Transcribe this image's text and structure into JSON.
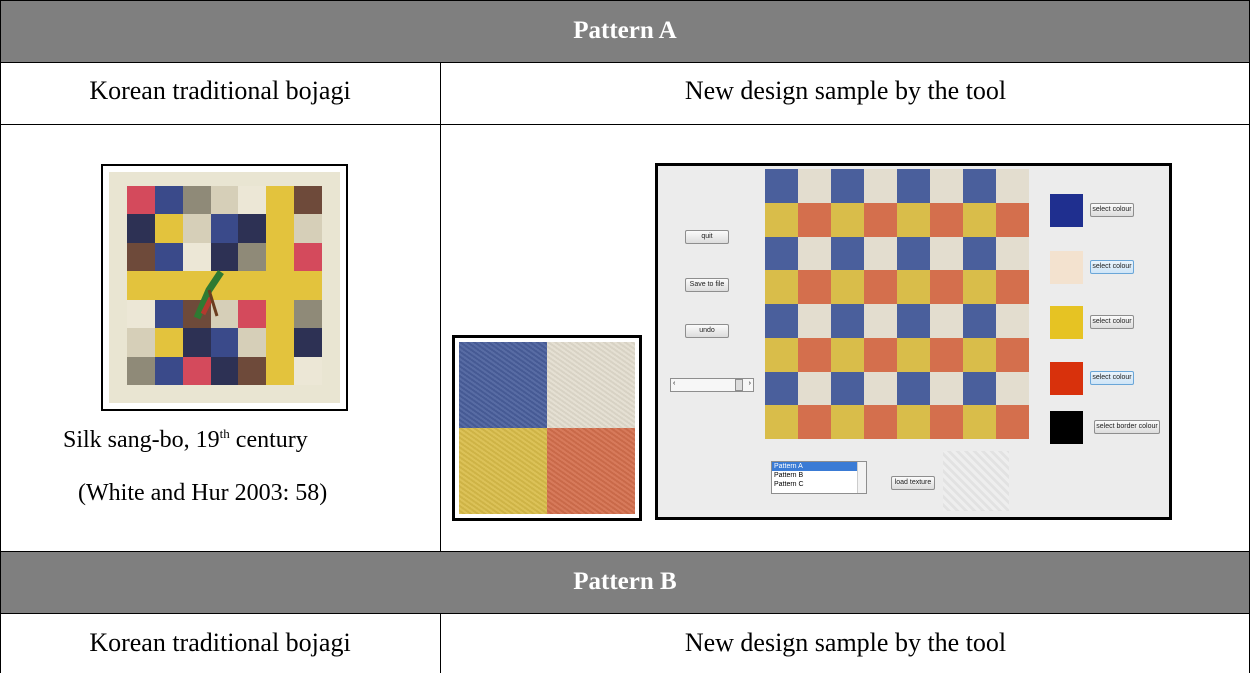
{
  "pattern_a": {
    "header": "Pattern A",
    "col_left_title": "Korean traditional bojagi",
    "col_right_title": "New design sample by the tool",
    "photo_caption_main": "Silk sang-bo, 19",
    "photo_caption_sup": "th",
    "photo_caption_tail": " century",
    "photo_citation": "(White and Hur 2003: 58)"
  },
  "pattern_b": {
    "header": "Pattern B",
    "col_left_title": "Korean traditional bojagi",
    "col_right_title": "New design sample by the tool"
  },
  "tool": {
    "buttons": {
      "quit": "quit",
      "save": "Save to file",
      "undo": "undo",
      "load_texture": "load texture"
    },
    "swatches": [
      {
        "color": "#1f2f8f",
        "label": "select colour",
        "highlight": false
      },
      {
        "color": "#f3e2cf",
        "label": "select colour",
        "highlight": true
      },
      {
        "color": "#e6c323",
        "label": "select colour",
        "highlight": false
      },
      {
        "color": "#d8310c",
        "label": "select colour",
        "highlight": true
      },
      {
        "color": "#000000",
        "label": "select border colour",
        "highlight": false
      }
    ],
    "listbox": [
      "Pattern A",
      "Pattern B",
      "Pattern C"
    ],
    "listbox_selected": "Pattern A",
    "slider_arrows": {
      "left": "‹",
      "right": "›"
    }
  },
  "colors": {
    "header_band": "#7f7f7f",
    "tile_blue": "#4a5f9c",
    "tile_cream": "#e3ddcf",
    "tile_yellow": "#d9bd4a",
    "tile_red": "#d46f4d"
  }
}
